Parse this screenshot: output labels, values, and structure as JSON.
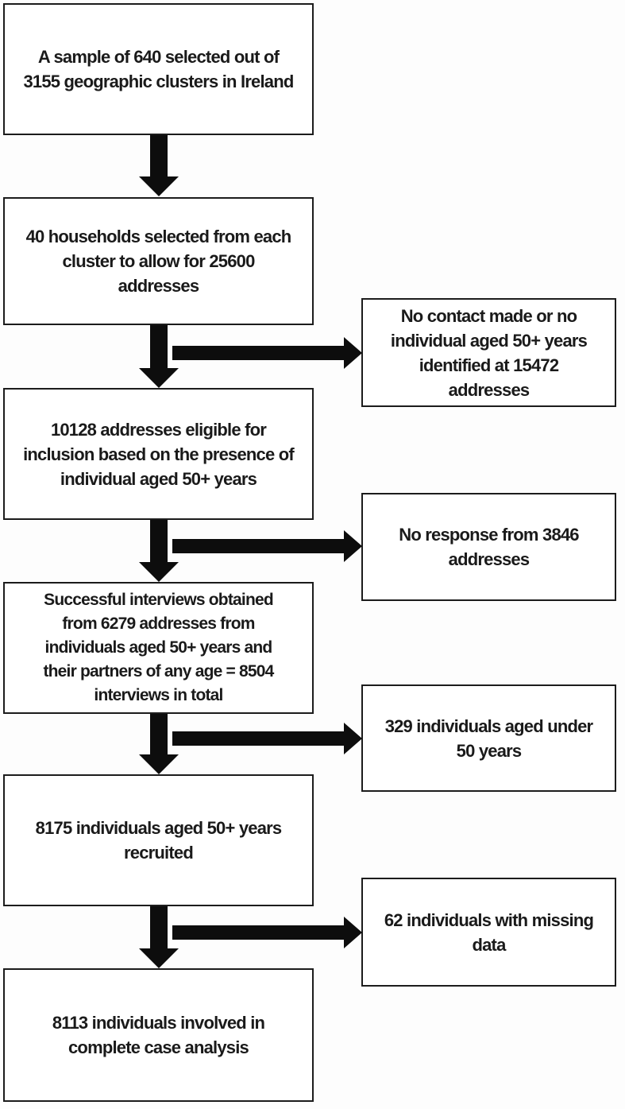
{
  "colors": {
    "background": "#fdfdfd",
    "box_fill": "#ffffff",
    "box_border": "#1c1c1c",
    "arrow": "#0d0d0d",
    "text": "#1a1a1a"
  },
  "flow": {
    "main": [
      {
        "id": "clusters",
        "lines": [
          "A sample of 640 selected out of",
          "3155 geographic clusters in Ireland"
        ]
      },
      {
        "id": "households",
        "lines": [
          "40 households selected from each",
          "cluster to allow for 25600",
          "addresses"
        ]
      },
      {
        "id": "eligible",
        "lines": [
          "10128 addresses eligible for",
          "inclusion based on the presence of",
          "individual aged 50+ years"
        ]
      },
      {
        "id": "interviews",
        "lines": [
          "Successful interviews obtained",
          "from 6279 addresses from",
          "individuals aged 50+ years and",
          "their partners of any age = 8504",
          "interviews in total"
        ]
      },
      {
        "id": "recruited",
        "lines": [
          "8175 individuals aged 50+ years",
          "recruited"
        ]
      },
      {
        "id": "analysis",
        "lines": [
          "8113 individuals involved in",
          "complete case analysis"
        ]
      }
    ],
    "exclusions": [
      {
        "id": "nocontact",
        "lines": [
          "No contact made or no",
          "individual aged 50+ years",
          "identified at 15472",
          "addresses"
        ]
      },
      {
        "id": "noresponse",
        "lines": [
          "No response from 3846",
          "addresses"
        ]
      },
      {
        "id": "under50",
        "lines": [
          "329 individuals aged under",
          "50 years"
        ]
      },
      {
        "id": "missing",
        "lines": [
          "62 individuals with missing",
          "data"
        ]
      }
    ]
  }
}
